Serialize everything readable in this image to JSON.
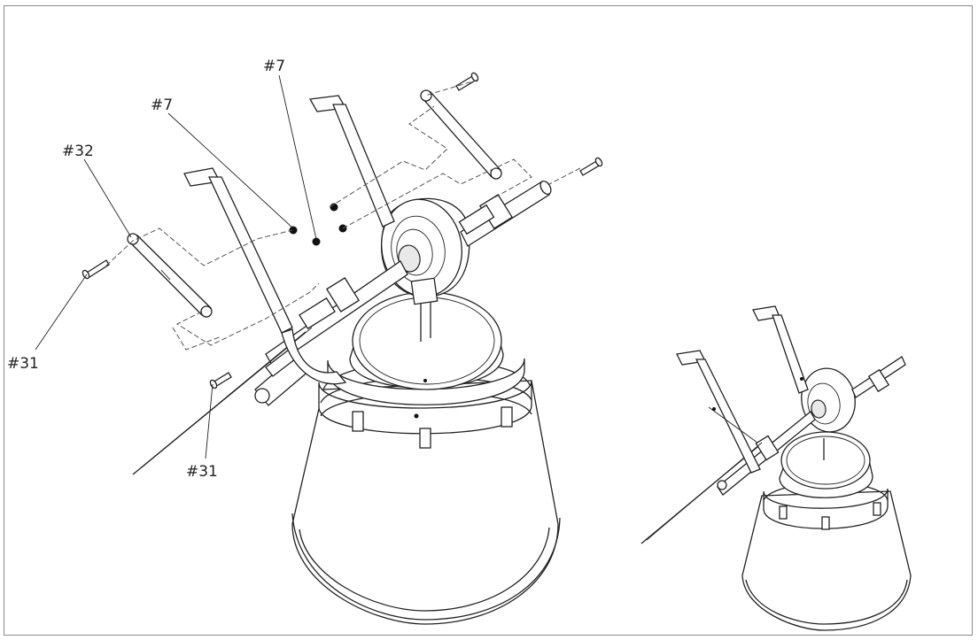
{
  "figure": {
    "callouts": [
      {
        "id": "c1",
        "text": "#7"
      },
      {
        "id": "c2",
        "text": "#7"
      },
      {
        "id": "c3",
        "text": "#32"
      },
      {
        "id": "c4",
        "text": "#31"
      },
      {
        "id": "c5",
        "text": "#31"
      }
    ]
  }
}
